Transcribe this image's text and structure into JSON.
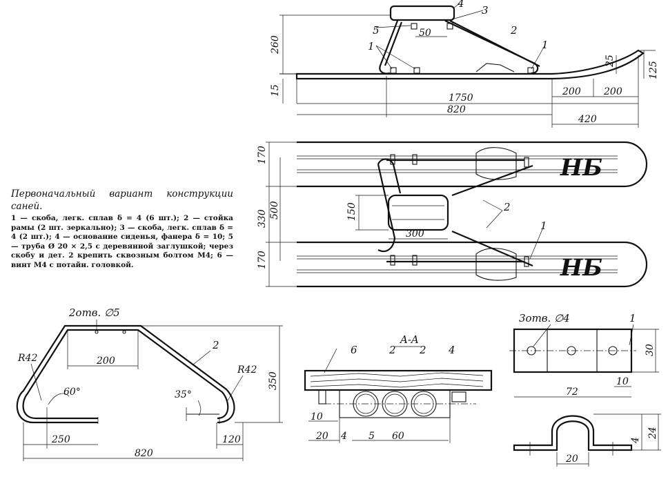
{
  "caption": "Первоначальный вариант конструкции саней.",
  "legend": "1 — скоба, легк. сплав δ = 4 (6 шт.); 2 — стойка рамы (2 шт. зеркально); 3 — скоба, легк. сплав δ = 4 (2 шт.); 4 — основание сиденья, фанера δ = 10; 5 — труба Ø 20 × 2,5 с деревянной заглушкой; через скобу и дет. 2 крепить сквозным болтом М4; 6 — винт М4 с потайн. головкой.",
  "side_view": {
    "part_labels": [
      "4",
      "3",
      "2",
      "5",
      "1",
      "1"
    ],
    "dims": [
      "260",
      "15",
      "50",
      "25",
      "125",
      "200",
      "200",
      "1750",
      "820",
      "420"
    ]
  },
  "top_view": {
    "ski_text": [
      "НБ",
      "НБ"
    ],
    "part_labels": [
      "2",
      "1"
    ],
    "dims": [
      "170",
      "330",
      "500",
      "170",
      "150",
      "300"
    ]
  },
  "frame_view": {
    "holes_note": "2отв. ∅5",
    "part_label": "2",
    "dims": [
      "R42",
      "R42",
      "60°",
      "35°",
      "200",
      "250",
      "120",
      "820",
      "350"
    ]
  },
  "section_view": {
    "title": "A-A",
    "part_labels": [
      "6",
      "2",
      "2",
      "4"
    ],
    "dims": [
      "10",
      "20",
      "4",
      "5",
      "60"
    ]
  },
  "bracket_view": {
    "holes_note": "3отв. ∅4",
    "part_label": "1",
    "dims": [
      "30",
      "10",
      "72",
      "4",
      "24",
      "20"
    ]
  }
}
